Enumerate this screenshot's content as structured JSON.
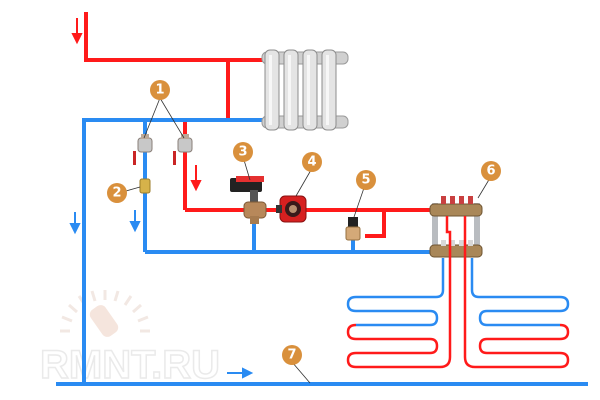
{
  "diagram": {
    "title": "Underfloor heating connection scheme",
    "colors": {
      "supply": "#ff1a1a",
      "return": "#2a8bf2",
      "callout": "#d9903c",
      "leader": "#333333",
      "watermark": "#e6e6e6"
    },
    "callouts": [
      {
        "id": "1",
        "label": "1",
        "meaning": "ball-valves"
      },
      {
        "id": "2",
        "label": "2",
        "meaning": "coupling"
      },
      {
        "id": "3",
        "label": "3",
        "meaning": "three-way-mixing-valve-with-actuator"
      },
      {
        "id": "4",
        "label": "4",
        "meaning": "circulation-pump"
      },
      {
        "id": "5",
        "label": "5",
        "meaning": "bypass-valve"
      },
      {
        "id": "6",
        "label": "6",
        "meaning": "manifold"
      },
      {
        "id": "7",
        "label": "7",
        "meaning": "return-main-pipe"
      }
    ],
    "flow_arrows": [
      {
        "name": "supply-inlet-down",
        "direction": "down",
        "line": "supply"
      },
      {
        "name": "supply-branch-down",
        "direction": "down",
        "line": "supply"
      },
      {
        "name": "return-riser-down",
        "direction": "down",
        "line": "return"
      },
      {
        "name": "return-branch-down",
        "direction": "down",
        "line": "return"
      },
      {
        "name": "return-main-right",
        "direction": "right",
        "line": "return"
      }
    ],
    "components": {
      "radiator": {
        "sections": 4
      },
      "manifold": {
        "outlets": 4
      },
      "floor_loops": {
        "count": 2
      }
    },
    "watermark": "RMNT.RU"
  }
}
